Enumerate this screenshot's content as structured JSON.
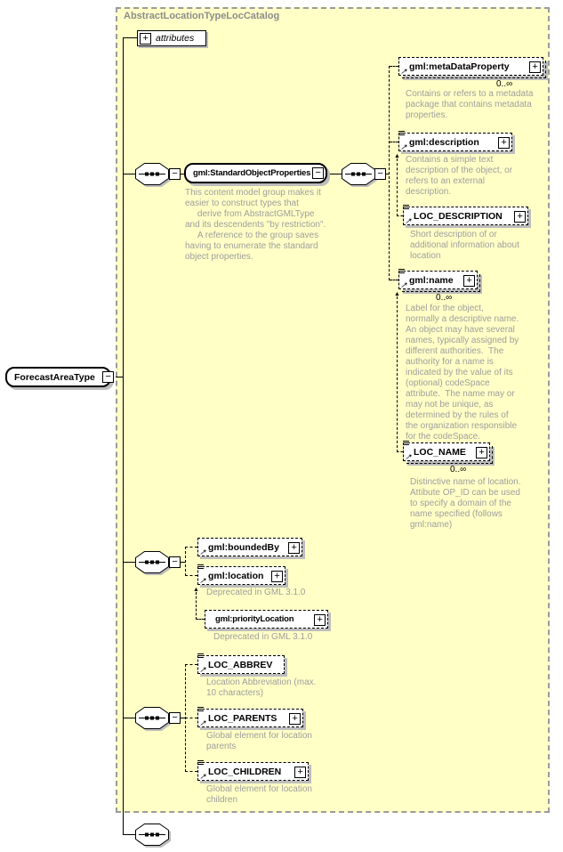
{
  "colors": {
    "canvas_bg": "#ffffff",
    "complex_type_bg": "#ffffc6",
    "complex_type_border": "#9b9b9b",
    "annotation_text": "#9e9e9e",
    "header_text": "#8c8c8c",
    "box_shadow": "#bdbdbd"
  },
  "diagram": {
    "title": "AbstractLocationTypeLocCatalog",
    "root_label": "ForecastAreaType",
    "attributes_label": "attributes"
  },
  "group": {
    "label": "gml:StandardObjectProperties",
    "annotation": "This content model group makes it\neasier to construct types that\n     derive from AbstractGMLType\nand its descendents \"by restriction\".\n     A reference to the group saves\nhaving to enumerate the standard\nobject properties."
  },
  "elements": {
    "metaDataProperty": {
      "label": "gml:metaDataProperty",
      "occurs": "0..∞",
      "annotation": "Contains or refers to a metadata\npackage that contains metadata\nproperties."
    },
    "description": {
      "label": "gml:description",
      "annotation": "Contains a simple text\ndescription of the object, or\nrefers to an external\ndescription."
    },
    "locDescription": {
      "label": "LOC_DESCRIPTION",
      "annotation": "Short description of or\nadditional information about\nlocation"
    },
    "name": {
      "label": "gml:name",
      "occurs": "0..∞",
      "annotation": "Label for the object,\nnormally a descriptive name.\nAn object may have several\nnames, typically assigned by\ndifferent authorities.  The\nauthority for a name is\nindicated by the value of its\n(optional) codeSpace\nattribute.  The name may or\nmay not be unique, as\ndetermined by the rules of\nthe organization responsible\nfor the codeSpace."
    },
    "locName": {
      "label": "LOC_NAME",
      "occurs": "0..∞",
      "annotation": "Distinctive name of location.\nAttibute OP_ID can be used\nto specify a domain of the\nname specified (follows\ngml:name)"
    },
    "boundedBy": {
      "label": "gml:boundedBy"
    },
    "location": {
      "label": "gml:location",
      "annotation": "Deprecated in GML 3.1.0"
    },
    "priorityLocation": {
      "label": "gml:priorityLocation",
      "annotation": "Deprecated in GML 3.1.0"
    },
    "locAbbrev": {
      "label": "LOC_ABBREV",
      "annotation": "Location Abbreviation (max.\n10 characters)"
    },
    "locParents": {
      "label": "LOC_PARENTS",
      "annotation": "Global element for location\nparents"
    },
    "locChildren": {
      "label": "LOC_CHILDREN",
      "annotation": "Global element for location\nchildren"
    }
  }
}
